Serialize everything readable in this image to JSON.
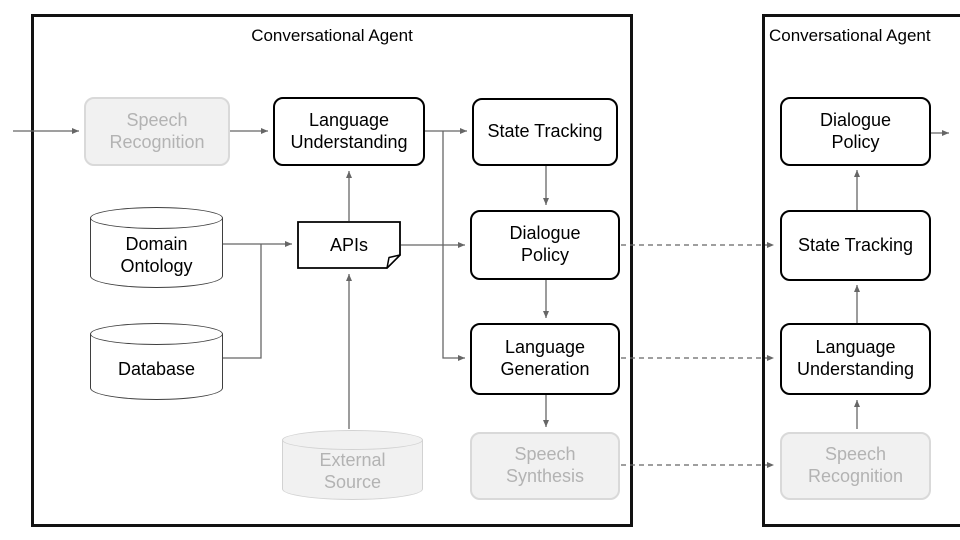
{
  "left_agent": {
    "title": "Conversational Agent",
    "nodes": {
      "speech_recognition": {
        "label": "Speech\nRecognition",
        "state": "disabled",
        "shape": "rounded-rect"
      },
      "language_understanding": {
        "label": "Language\nUnderstanding",
        "state": "active",
        "shape": "rounded-rect"
      },
      "state_tracking": {
        "label": "State Tracking",
        "state": "active",
        "shape": "rounded-rect"
      },
      "domain_ontology": {
        "label": "Domain\nOntology",
        "state": "active",
        "shape": "cylinder"
      },
      "apis": {
        "label": "APIs",
        "state": "active",
        "shape": "document"
      },
      "dialogue_policy": {
        "label": "Dialogue\nPolicy",
        "state": "active",
        "shape": "rounded-rect"
      },
      "database": {
        "label": "Database",
        "state": "active",
        "shape": "cylinder"
      },
      "language_generation": {
        "label": "Language\nGeneration",
        "state": "active",
        "shape": "rounded-rect"
      },
      "external_source": {
        "label": "External\nSource",
        "state": "disabled",
        "shape": "cylinder"
      },
      "speech_synthesis": {
        "label": "Speech\nSynthesis",
        "state": "disabled",
        "shape": "rounded-rect"
      }
    }
  },
  "right_agent": {
    "title": "Conversational Agent",
    "nodes": {
      "dialogue_policy": {
        "label": "Dialogue\nPolicy",
        "state": "active",
        "shape": "rounded-rect"
      },
      "state_tracking": {
        "label": "State Tracking",
        "state": "active",
        "shape": "rounded-rect"
      },
      "language_understanding": {
        "label": "Language\nUnderstanding",
        "state": "active",
        "shape": "rounded-rect"
      },
      "speech_recognition": {
        "label": "Speech\nRecognition",
        "state": "disabled",
        "shape": "rounded-rect"
      }
    }
  },
  "edges": [
    {
      "from": "user-input",
      "to": "left.speech_recognition",
      "style": "solid"
    },
    {
      "from": "left.speech_recognition",
      "to": "left.language_understanding",
      "style": "solid"
    },
    {
      "from": "left.language_understanding",
      "to": "left.state_tracking",
      "style": "solid"
    },
    {
      "from": "left.language_understanding",
      "to": "left.language_generation",
      "style": "solid"
    },
    {
      "from": "left.state_tracking",
      "to": "left.dialogue_policy",
      "style": "solid"
    },
    {
      "from": "left.dialogue_policy",
      "to": "left.language_generation",
      "style": "solid"
    },
    {
      "from": "left.language_generation",
      "to": "left.speech_synthesis",
      "style": "solid"
    },
    {
      "from": "left.domain_ontology",
      "to": "left.apis",
      "style": "solid"
    },
    {
      "from": "left.database",
      "to": "left.apis",
      "style": "solid"
    },
    {
      "from": "left.external_source",
      "to": "left.apis",
      "style": "solid"
    },
    {
      "from": "left.apis",
      "to": "left.language_understanding",
      "style": "solid"
    },
    {
      "from": "left.apis",
      "to": "left.dialogue_policy",
      "style": "solid"
    },
    {
      "from": "left.dialogue_policy",
      "to": "right.state_tracking",
      "style": "dashed"
    },
    {
      "from": "left.language_generation",
      "to": "right.language_understanding",
      "style": "dashed"
    },
    {
      "from": "left.speech_synthesis",
      "to": "right.speech_recognition",
      "style": "dashed"
    },
    {
      "from": "right.speech_recognition",
      "to": "right.language_understanding",
      "style": "solid"
    },
    {
      "from": "right.language_understanding",
      "to": "right.state_tracking",
      "style": "solid"
    },
    {
      "from": "right.state_tracking",
      "to": "right.dialogue_policy",
      "style": "solid"
    },
    {
      "from": "right.dialogue_policy",
      "to": "agent-output",
      "style": "solid"
    }
  ],
  "colors": {
    "container_border": "#111111",
    "node_border": "#000000",
    "disabled_fill": "#f1f1f1",
    "disabled_border": "#d9d9d9",
    "disabled_text": "#b3b3b3",
    "arrow": "#666666",
    "background": "#ffffff"
  }
}
